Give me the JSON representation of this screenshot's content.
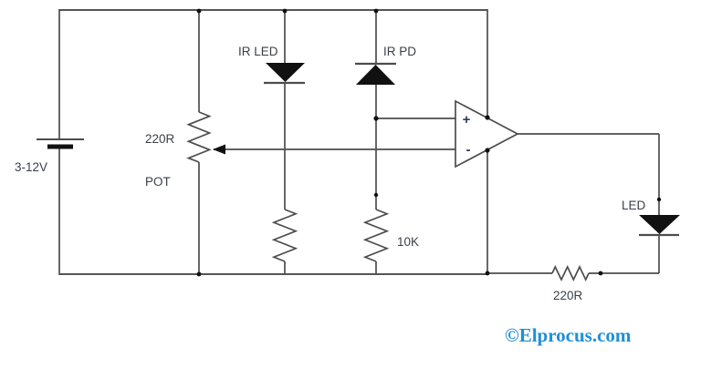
{
  "diagram_kind": "circuit-schematic",
  "components": {
    "battery": {
      "label": "3-12V"
    },
    "potentiometer": {
      "value_label": "220R",
      "name_label": "POT"
    },
    "ir_led": {
      "label": "IR LED"
    },
    "ir_photodiode": {
      "label": "IR PD"
    },
    "pulldown_resistor": {
      "label": "10K"
    },
    "opamp": {
      "plus_label": "+",
      "minus_label": "-"
    },
    "output_led": {
      "label": "LED"
    },
    "output_resistor": {
      "label": "220R"
    }
  },
  "watermark": {
    "text": "©Elprocus.com",
    "color": "#1f8fd6"
  },
  "colors": {
    "wire": "#4d4d4d",
    "component_fill": "#111111",
    "label_text": "#3a3f49",
    "background": "#ffffff"
  }
}
